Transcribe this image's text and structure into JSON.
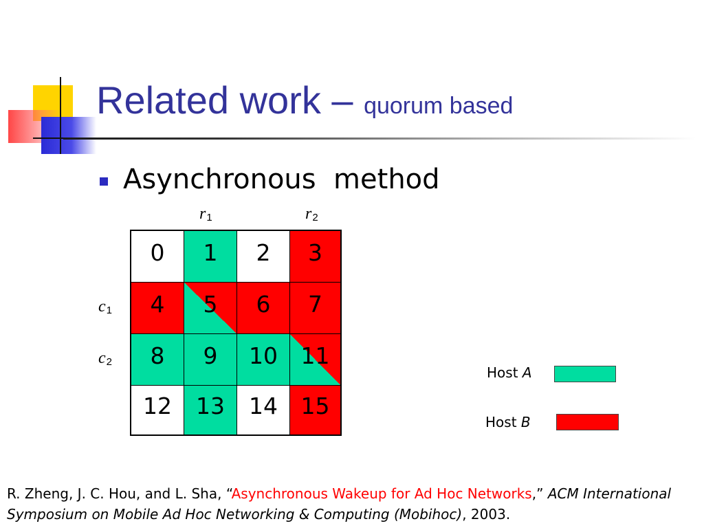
{
  "slide": {
    "title_main": "Related work – ",
    "title_sub": "quorum based"
  },
  "bullet": {
    "text": "Asynchronous  method",
    "marker_color": "#2b2bc0"
  },
  "colors": {
    "title": "#33339a",
    "host_a": "#00dda0",
    "host_b": "#ff0000",
    "empty": "#ffffff"
  },
  "grid": {
    "row_labels": [
      {
        "letter": "c",
        "sub": "1",
        "row": 1
      },
      {
        "letter": "c",
        "sub": "2",
        "row": 2
      }
    ],
    "col_labels": [
      {
        "letter": "r",
        "sub": "1",
        "col": 1
      },
      {
        "letter": "r",
        "sub": "2",
        "col": 3
      }
    ],
    "cells": [
      {
        "value": "0",
        "fill": "none"
      },
      {
        "value": "1",
        "fill": "A"
      },
      {
        "value": "2",
        "fill": "none"
      },
      {
        "value": "3",
        "fill": "B"
      },
      {
        "value": "4",
        "fill": "B"
      },
      {
        "value": "5",
        "fill": "split"
      },
      {
        "value": "6",
        "fill": "B"
      },
      {
        "value": "7",
        "fill": "B"
      },
      {
        "value": "8",
        "fill": "A"
      },
      {
        "value": "9",
        "fill": "A"
      },
      {
        "value": "10",
        "fill": "A"
      },
      {
        "value": "11",
        "fill": "split"
      },
      {
        "value": "12",
        "fill": "none"
      },
      {
        "value": "13",
        "fill": "A"
      },
      {
        "value": "14",
        "fill": "none"
      },
      {
        "value": "15",
        "fill": "B"
      }
    ]
  },
  "legend": {
    "host_a": {
      "prefix": "Host ",
      "name": "A"
    },
    "host_b": {
      "prefix": "Host ",
      "name": "B"
    }
  },
  "citation": {
    "authors": "R. Zheng, J. C. Hou, and L. Sha, ",
    "open_quote": "“",
    "title": "Asynchronous Wakeup for Ad Hoc Networks",
    "close_quote": ",” ",
    "venue": "ACM International Symposium on Mobile Ad Hoc Networking & Computing (Mobihoc)",
    "year": ", 2003."
  }
}
